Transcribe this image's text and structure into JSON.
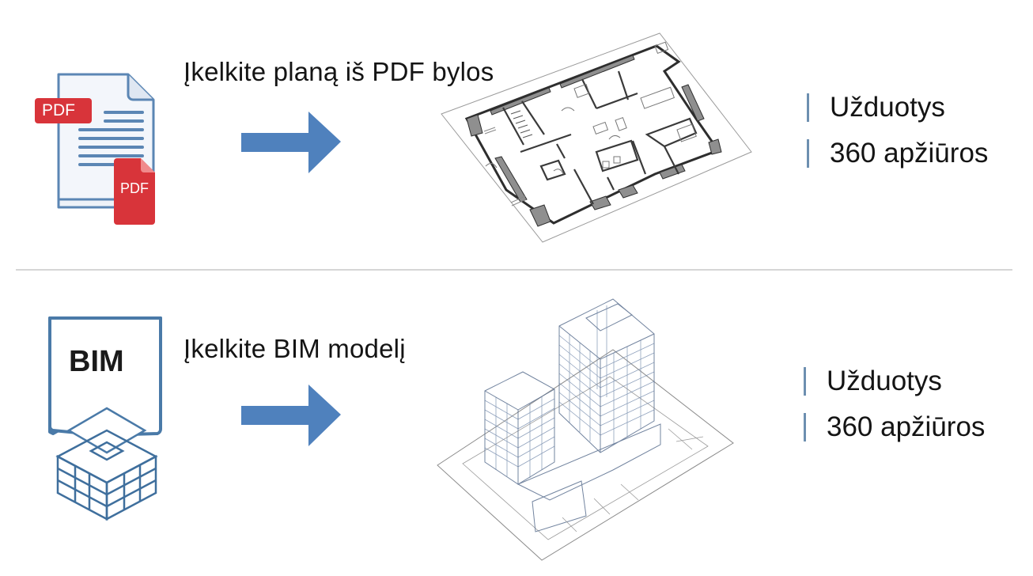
{
  "rows": [
    {
      "id": "pdf",
      "icon": "pdf-document-icon",
      "icon_labels": {
        "badge_top": "PDF",
        "badge_bottom": "PDF"
      },
      "title": "Įkelkite planą iš PDF bylos",
      "arrow": "right-arrow-icon",
      "preview": "floor-plan-drawing",
      "features": [
        "Užduotys",
        "360 apžiūros"
      ]
    },
    {
      "id": "bim",
      "icon": "bim-model-icon",
      "icon_labels": {
        "badge": "BIM"
      },
      "title": "Įkelkite BIM modelį",
      "arrow": "right-arrow-icon",
      "preview": "bim-wireframe-building",
      "features": [
        "Užduotys",
        "360 apžiūros"
      ]
    }
  ],
  "colors": {
    "accent_blue": "#4f81bd",
    "icon_blue": "#4a7aa8",
    "pdf_red": "#d8343a",
    "feature_bar": "#6d8fb0",
    "divider": "#d6d6d6"
  }
}
